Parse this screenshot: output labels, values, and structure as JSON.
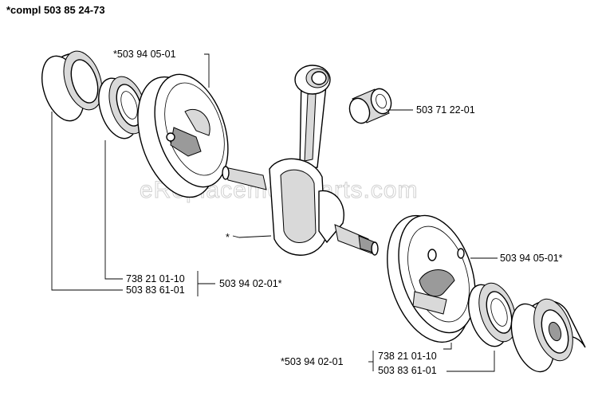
{
  "header": {
    "compl_label": "*compl 503 85 24-73"
  },
  "watermark": "eReplacementParts.com",
  "labels": {
    "flywheel_half_top": "*503 94 05-01",
    "needle_bearing": "503 71 22-01",
    "crankshaft": "*",
    "flywheel_half_right": "503 94 05-01*",
    "bearing_left_a": "738 21 01-10",
    "bearing_left_b": "503 83 61-01",
    "group_left": "503 94 02-01*",
    "group_bottom": "*503 94 02-01",
    "bearing_bottom_a": "738 21 01-10",
    "bearing_bottom_b": "503 83 61-01"
  }
}
